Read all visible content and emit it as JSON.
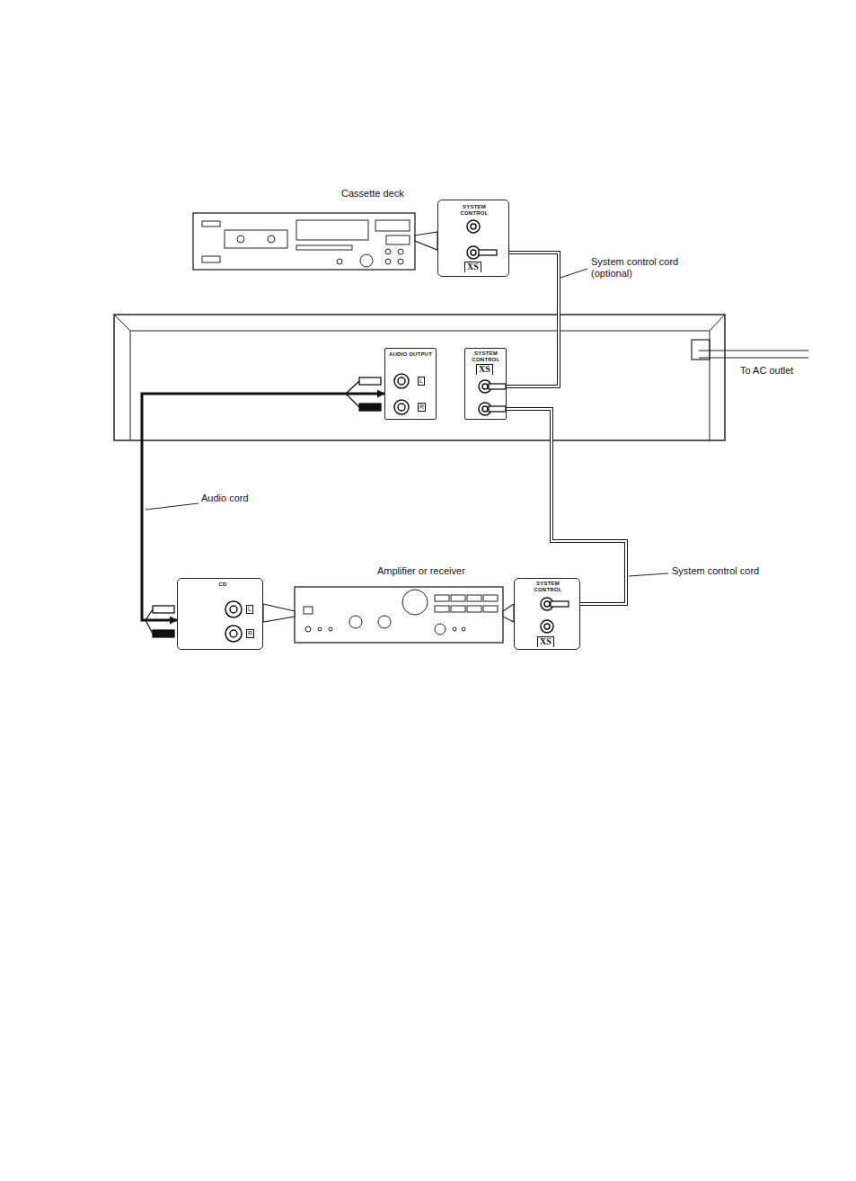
{
  "diagram": {
    "nodes": [
      {
        "text": [
          "Cassette deck"
        ]
      },
      {
        "text": [
          "SYSTEM CONTROL",
          "XS"
        ]
      },
      {
        "text": [
          "AUDIO OUTPUT",
          "L",
          "R"
        ]
      },
      {
        "text": [
          "SYSTEM CONTROL",
          "XS"
        ]
      },
      {
        "text": [
          "CD",
          "L",
          "R"
        ]
      },
      {
        "text": [
          "Amplifier or receiver"
        ]
      },
      {
        "text": [
          "SYSTEM CONTROL",
          "XS"
        ]
      }
    ],
    "edges": [
      {
        "from": 1,
        "to": 3,
        "label": "System control cord (optional)",
        "arrow": "none"
      },
      {
        "from": 3,
        "to": 6,
        "label": "System control cord",
        "arrow": "none"
      },
      {
        "from": 2,
        "to": 4,
        "label": "Audio cord",
        "arrow": "both"
      }
    ],
    "labels": [
      "To AC outlet"
    ]
  }
}
